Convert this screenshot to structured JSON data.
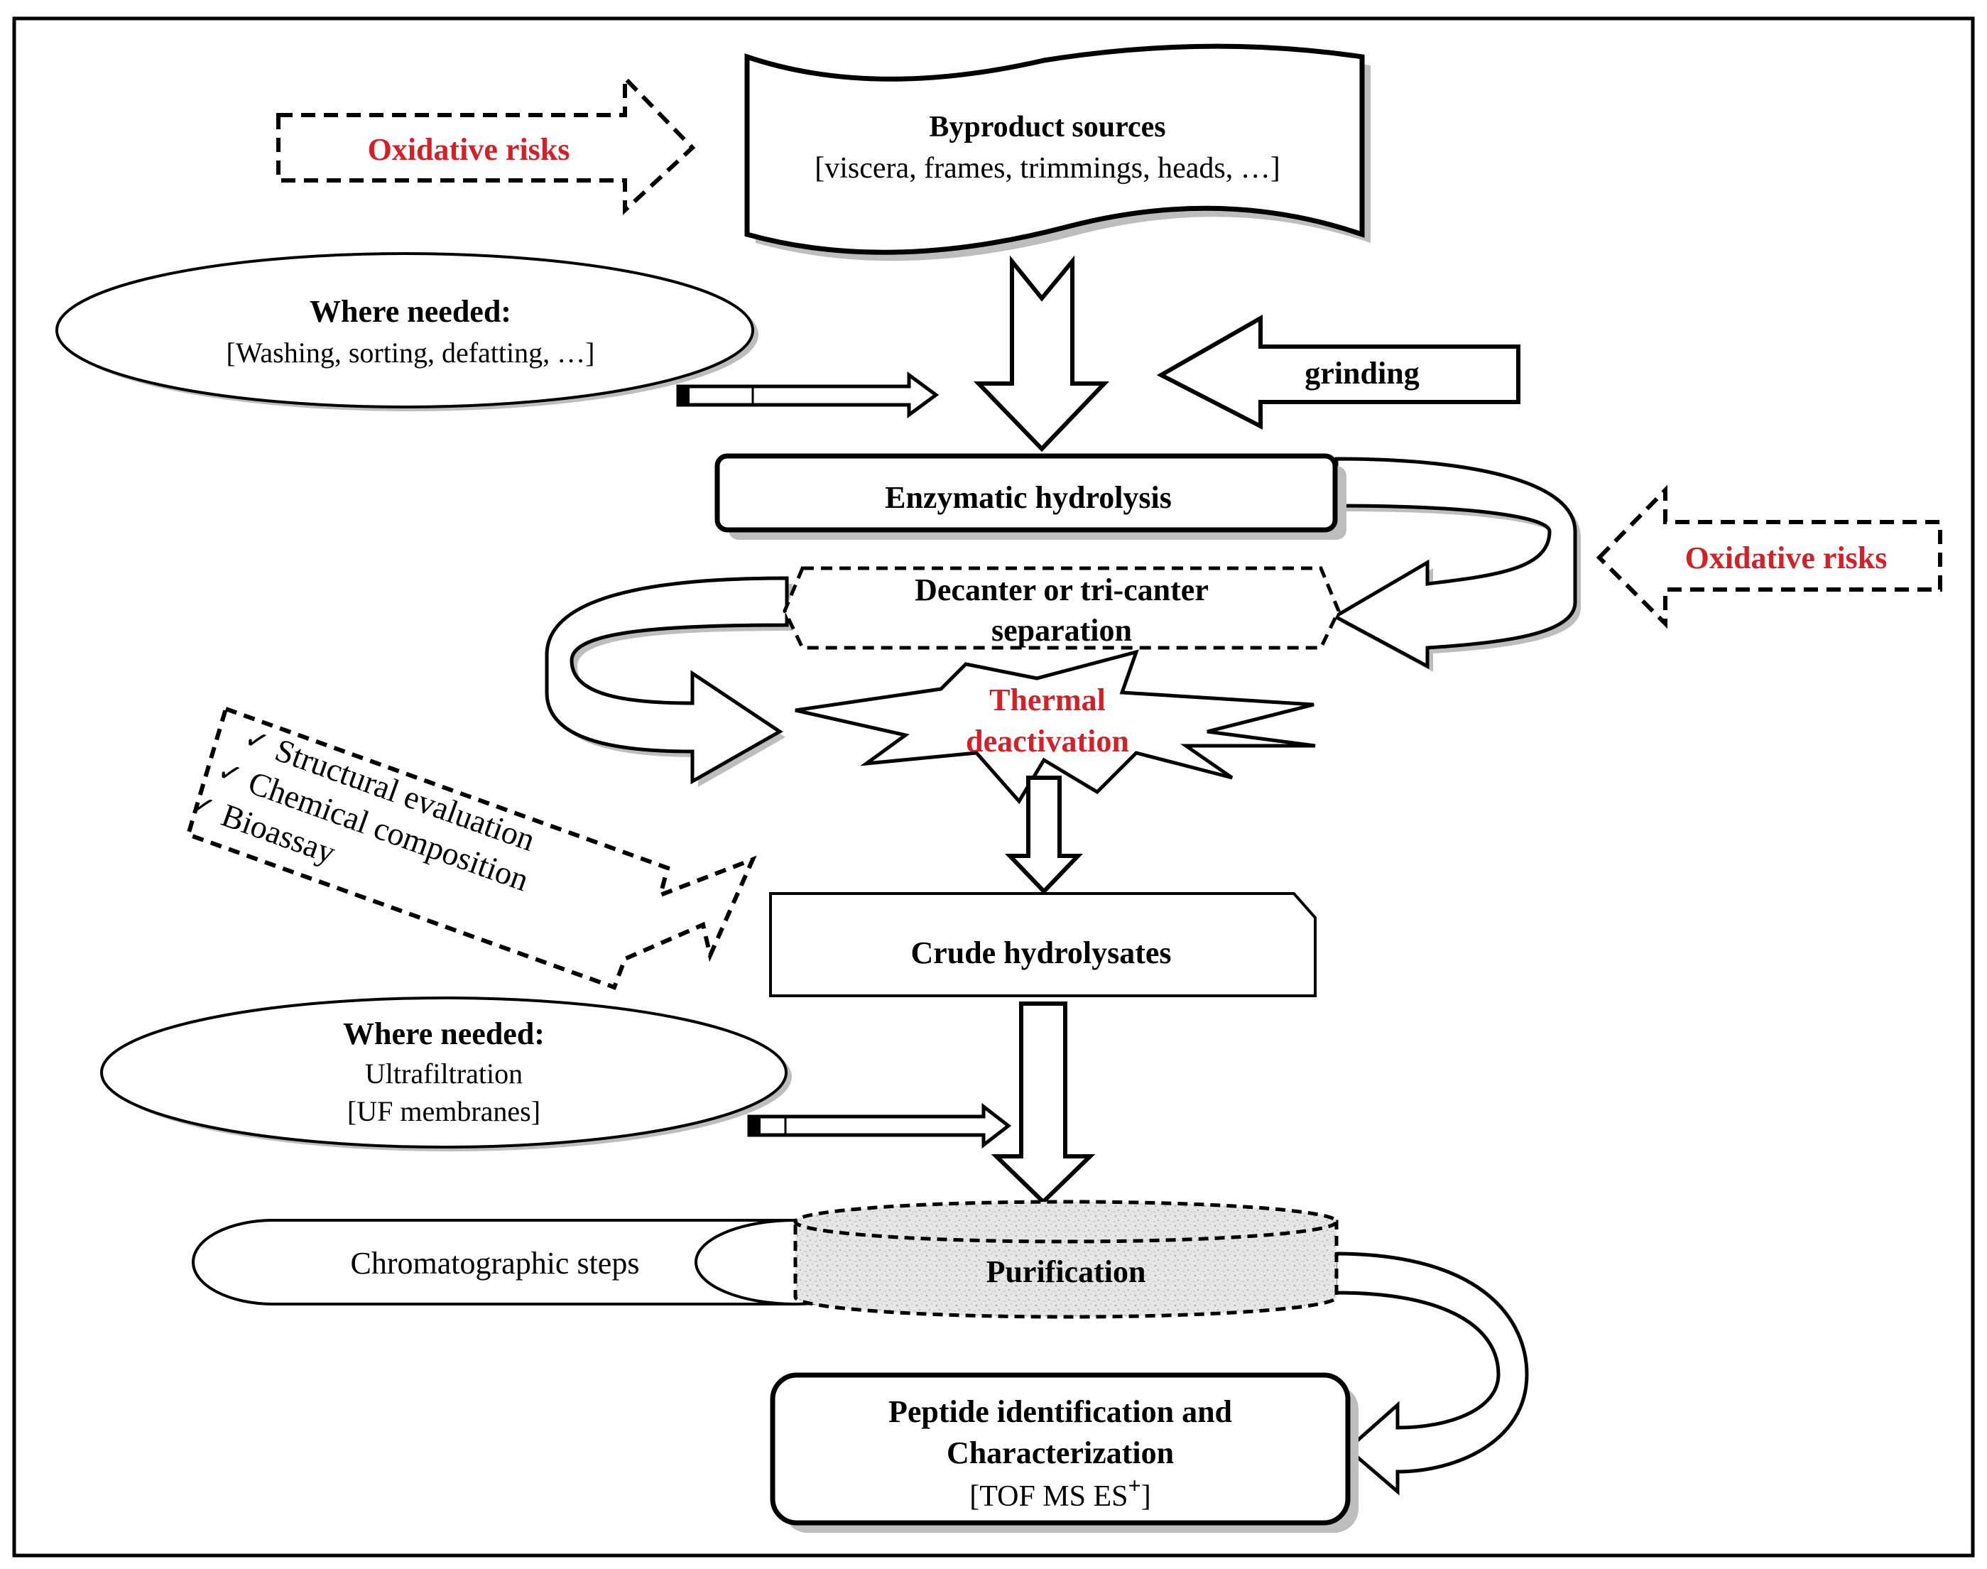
{
  "colors": {
    "ink": "#000000",
    "risk_text": "#d42027",
    "shadow": "#bdbdbd",
    "purification_fill": "#e6e6e6"
  },
  "byproduct": {
    "title": "Byproduct sources",
    "subtitle": "[viscera, frames, trimmings, heads, …]"
  },
  "oxidative_top": {
    "label": "Oxidative risks"
  },
  "oxidative_right": {
    "label": "Oxidative risks"
  },
  "pretreatment": {
    "title": "Where needed:",
    "subtitle": "[Washing, sorting, defatting, …]"
  },
  "grinding": {
    "label": "grinding"
  },
  "enzymatic": {
    "label": "Enzymatic hydrolysis"
  },
  "decanter": {
    "line1": "Decanter or tri-canter",
    "line2": "separation"
  },
  "thermal": {
    "line1": "Thermal",
    "line2": "deactivation"
  },
  "evaluation": {
    "check_mark": "✓",
    "items": [
      "Structural evaluation",
      "Chemical composition",
      "Bioassay"
    ]
  },
  "crude": {
    "label": "Crude hydrolysates"
  },
  "ultrafiltration": {
    "title": "Where needed:",
    "line1": "Ultrafiltration",
    "line2": "[UF membranes]"
  },
  "chromatographic": {
    "label": "Chromatographic steps"
  },
  "purification": {
    "label": "Purification"
  },
  "peptide": {
    "line1": "Peptide identification and",
    "line2": "Characterization",
    "line3_main": "[TOF MS ES",
    "line3_sup": "+",
    "line3_end": "]"
  }
}
